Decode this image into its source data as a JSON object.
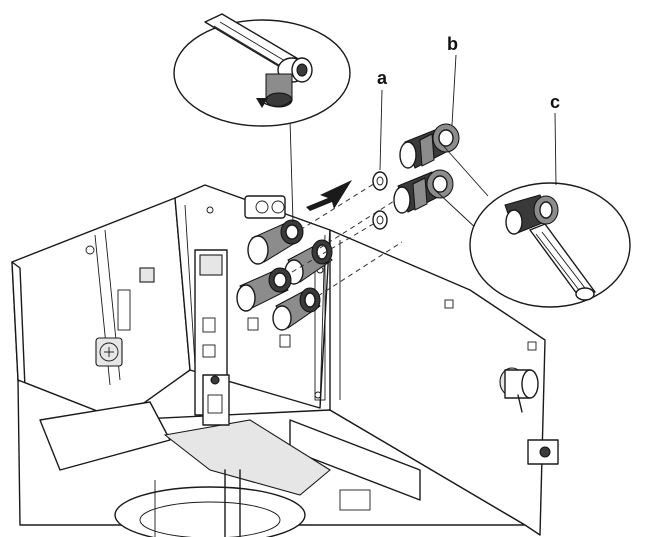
{
  "callouts": [
    {
      "id": "a",
      "label": "a"
    },
    {
      "id": "b",
      "label": "b"
    },
    {
      "id": "c",
      "label": "c"
    }
  ]
}
